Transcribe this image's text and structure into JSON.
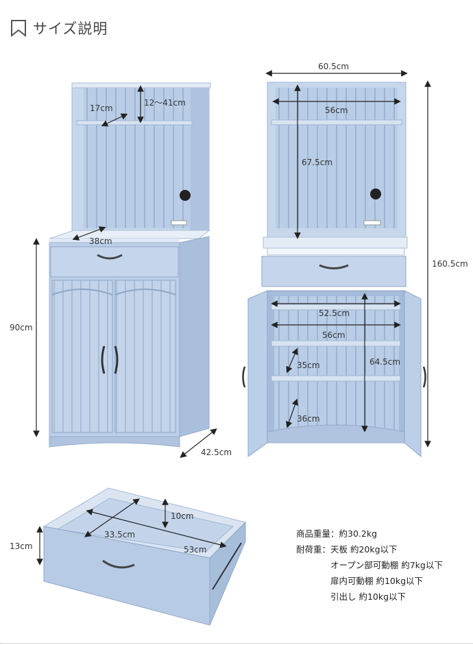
{
  "header": {
    "title": "サイズ説明",
    "icon": "bookmark-icon"
  },
  "colors": {
    "body": "#b9cde6",
    "dark": "#9fb6d4",
    "light": "#d4e1f0",
    "top": "#e4ecf6",
    "arrow": "#222222"
  },
  "left_view": {
    "labels": {
      "shelf_width": "17cm",
      "shelf_gap": "12〜41cm",
      "counter_depth": "38cm",
      "height": "90cm",
      "depth": "42.5cm"
    }
  },
  "right_view": {
    "labels": {
      "width": "60.5cm",
      "inner_width_top": "56cm",
      "upper_height": "67.5cm",
      "total_height": "160.5cm",
      "shelf_width": "52.5cm",
      "inner_width_bottom": "56cm",
      "lower_height": "64.5cm",
      "shelf_gap_1": "35cm",
      "shelf_gap_2": "36cm"
    }
  },
  "drawer_view": {
    "labels": {
      "height_inner": "10cm",
      "height_outer": "13cm",
      "depth": "33.5cm",
      "width": "53cm"
    }
  },
  "specs": {
    "weight": "商品重量：約30.2kg",
    "load_title": "耐荷重：天板 約20kg以下",
    "load_open_shelf": "オープン部可動棚 約7kg以下",
    "load_door_shelf": "扉内可動棚 約10kg以下",
    "load_drawer": "引出し 約10kg以下"
  }
}
